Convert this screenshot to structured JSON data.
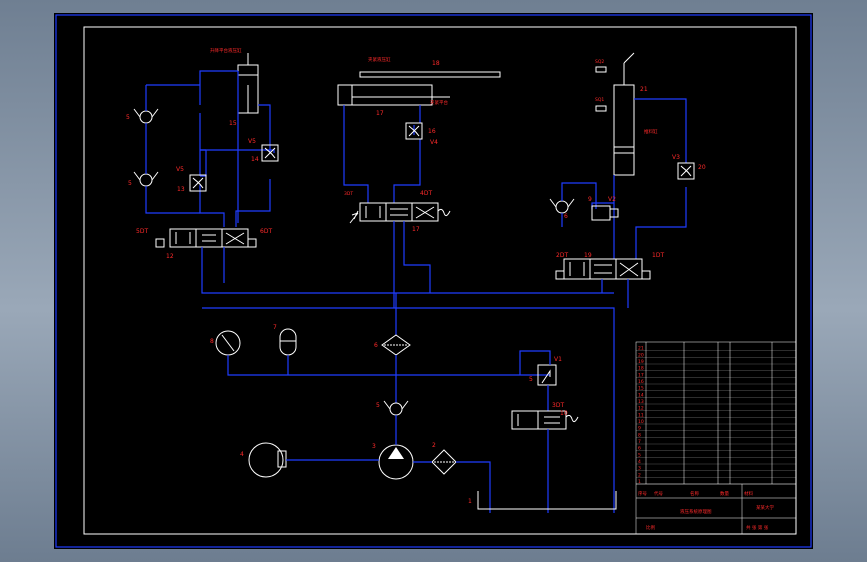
{
  "labels": {
    "c15": "15",
    "c15_title": "升降平台液压缸",
    "c17": "17",
    "c17_title": "夹紧液压缸",
    "c17_side": "夹紧平台",
    "c18": "18",
    "c21": "21",
    "c21_sq2": "SQ2",
    "c21_sq1": "SQ1",
    "c21_side": "推料缸",
    "p5a": "5",
    "p5b": "5",
    "p5c": "5",
    "p6": "6",
    "v5": "V5",
    "v5b": "V5",
    "v4": "V4",
    "v3": "V3",
    "v2": "V2",
    "v1": "V1",
    "n13": "13",
    "n14": "14",
    "n16": "16",
    "n20": "20",
    "n9": "9",
    "n12": "12",
    "n17": "17",
    "n19": "19",
    "dt5": "5DT",
    "dt6": "6DT",
    "dt3": "3DT",
    "dt4": "4DT",
    "dt2": "2DT",
    "dt1": "1DT",
    "n8": "8",
    "n7": "7",
    "n6": "6",
    "n4": "4",
    "n3": "3",
    "n2": "2",
    "n1": "1",
    "n10": "10"
  },
  "title_block": {
    "rows": [
      "21",
      "20",
      "19",
      "18",
      "17",
      "16",
      "15",
      "14",
      "13",
      "12",
      "11",
      "10",
      "9",
      "8",
      "7",
      "6",
      "5",
      "4",
      "3",
      "2",
      "1"
    ],
    "seq_header": "序号",
    "code_header": "代号",
    "name_header": "名称",
    "qty_header": "数量",
    "material_header": "材料",
    "drawing_title": "液压系统原理图",
    "school": "某某大学",
    "scale": "比例",
    "sheet": "共 张 第 张"
  }
}
